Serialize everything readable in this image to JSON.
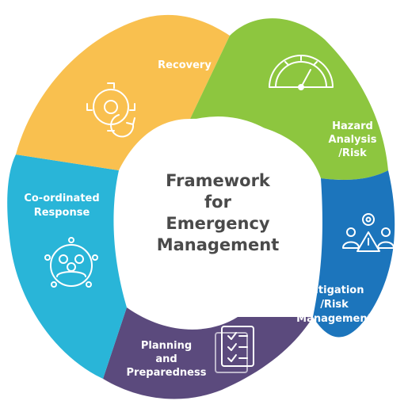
{
  "center": {
    "title_lines": [
      "Framework",
      "for",
      "Emergency",
      "Management"
    ],
    "color": "#4a4a4a"
  },
  "segments": [
    {
      "id": "recovery",
      "label_lines": [
        "Recovery"
      ],
      "color": "#f9c04f",
      "icon": "gear-refresh-icon"
    },
    {
      "id": "hazard",
      "label_lines": [
        "Hazard",
        "Analysis",
        "/Risk"
      ],
      "color": "#8dc63f",
      "icon": "gauge-icon"
    },
    {
      "id": "mitigation",
      "label_lines": [
        "Mitigation",
        "/Risk",
        "Management"
      ],
      "color": "#1c75bc",
      "icon": "team-warning-icon"
    },
    {
      "id": "planning",
      "label_lines": [
        "Planning",
        "and",
        "Preparedness"
      ],
      "color": "#5b4a7d",
      "icon": "checklist-icon"
    },
    {
      "id": "response",
      "label_lines": [
        "Co-ordinated",
        "Response"
      ],
      "color": "#29b5d8",
      "icon": "network-people-icon"
    }
  ]
}
